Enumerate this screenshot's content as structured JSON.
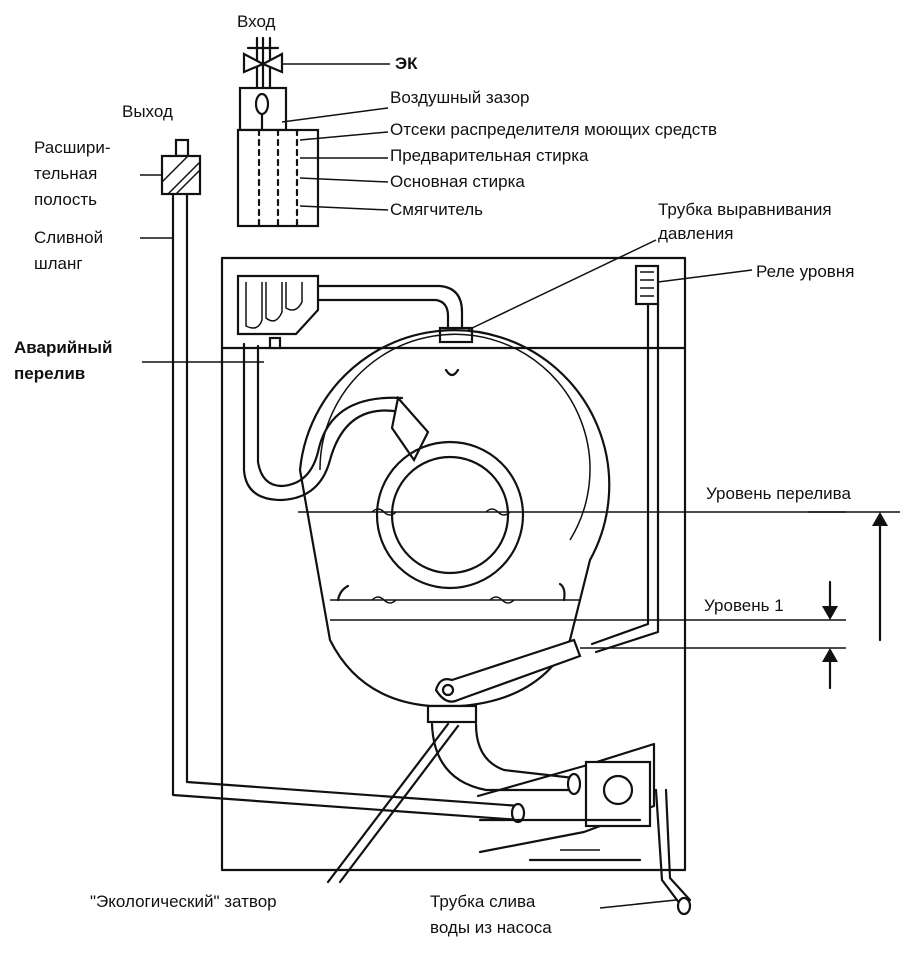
{
  "labels": {
    "inlet": "Вход",
    "outlet": "Выход",
    "ek": "ЭК",
    "air_gap": "Воздушный зазор",
    "detergent_compartments": "Отсеки распределителя моющих средств",
    "prewash": "Предварительная стирка",
    "main_wash": "Основная стирка",
    "softener": "Смягчитель",
    "expansion_cavity_line1": "Расшири-",
    "expansion_cavity_line2": "тельная",
    "expansion_cavity_line3": "полость",
    "drain_hose_line1": "Сливной",
    "drain_hose_line2": "шланг",
    "pressure_tube_line1": "Трубка выравнивания",
    "pressure_tube_line2": "давления",
    "level_relay": "Реле уровня",
    "emergency_overflow_line1": "Аварийный",
    "emergency_overflow_line2": "перелив",
    "overflow_level": "Уровень перелива",
    "level_1": "Уровень 1",
    "eco_valve": "\"Экологический\" затвор",
    "pump_drain_tube_line1": "Трубка слива",
    "pump_drain_tube_line2": "воды из насоса"
  },
  "style": {
    "ink": "#111111",
    "background": "#ffffff"
  }
}
